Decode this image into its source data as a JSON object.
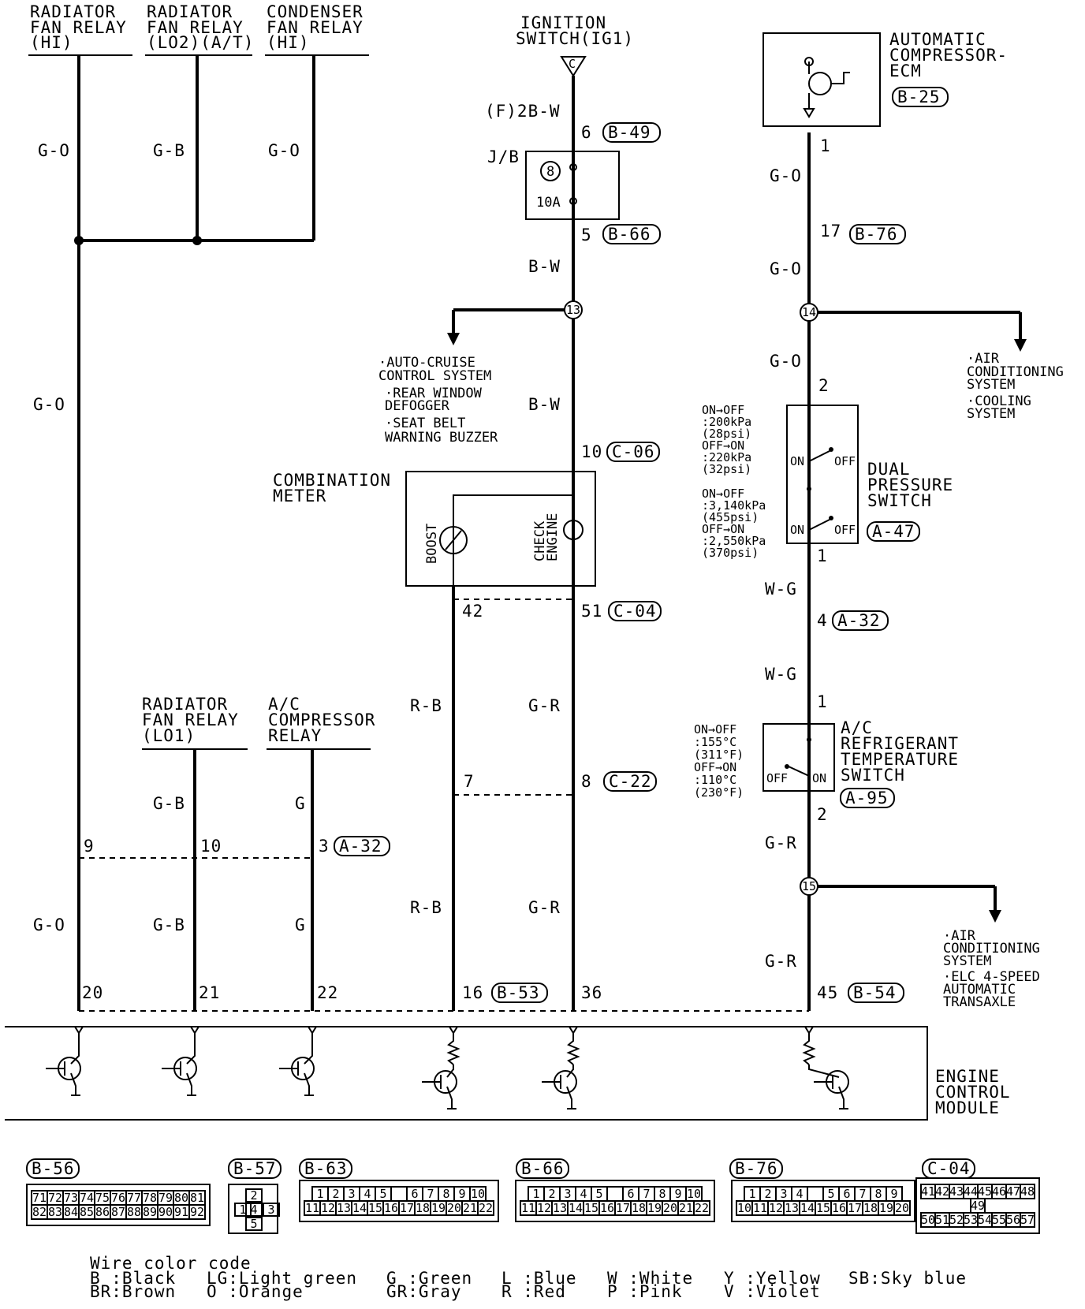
{
  "top_left": {
    "rad_fan_hi": [
      "RADIATOR",
      "FAN RELAY",
      "(HI)"
    ],
    "rad_fan_lo2": [
      "RADIATOR",
      "FAN RELAY",
      "(LO2)(A/T)"
    ],
    "cond_fan_hi": [
      "CONDENSER",
      "FAN RELAY",
      "(HI)"
    ]
  },
  "ignition": [
    "IGNITION",
    "SWITCH(IG1)"
  ],
  "ignition_c": "C",
  "wire_f2bw": "(F)2B-W",
  "jb": "J/B",
  "fuse_num": "8",
  "fuse_amp": "10A",
  "ecm_auto": [
    "AUTOMATIC",
    "COMPRESSOR-",
    "ECM"
  ],
  "combo_meter": [
    "COMBINATION",
    "METER"
  ],
  "boost": "BOOST",
  "check_engine": [
    "CHECK",
    "ENGINE"
  ],
  "cruise_notes": [
    "·AUTO-CRUISE",
    " CONTROL SYSTEM",
    "·REAR WINDOW",
    " DEFOGGER",
    "·SEAT BELT",
    " WARNING BUZZER"
  ],
  "air_cond_notes1": [
    "·AIR",
    " CONDITIONING",
    " SYSTEM",
    "·COOLING",
    " SYSTEM"
  ],
  "air_cond_notes2": [
    "·AIR",
    " CONDITIONING",
    " SYSTEM",
    "·ELC 4-SPEED",
    " AUTOMATIC",
    " TRANSAXLE"
  ],
  "dual_pressure": [
    "DUAL",
    "PRESSURE",
    "SWITCH"
  ],
  "dps_specs": [
    "ON→OFF",
    ":200kPa",
    "(28psi)",
    "OFF→ON",
    ":220kPa",
    "(32psi)",
    "ON→OFF",
    ":3,140kPa",
    "(455psi)",
    "OFF→ON",
    ":2,550kPa",
    "(370psi)"
  ],
  "on": "ON",
  "off": "OFF",
  "refrig": [
    "A/C",
    "REFRIGERANT",
    "TEMPERATURE",
    "SWITCH"
  ],
  "refrig_specs": [
    "ON→OFF",
    ":155°C",
    "(311°F)",
    "OFF→ON",
    ":110°C",
    "(230°F)"
  ],
  "rad_fan_lo1": [
    "RADIATOR",
    "FAN RELAY",
    "(LO1)"
  ],
  "ac_comp_relay": [
    "A/C",
    "COMPRESSOR",
    "RELAY"
  ],
  "engine_cm": [
    "ENGINE",
    "CONTROL",
    "MODULE"
  ],
  "wires": {
    "go": "G-O",
    "gb": "G-B",
    "g": "G",
    "bw": "B-W",
    "rb": "R-B",
    "gr": "G-R",
    "wg": "W-G"
  },
  "pins": {
    "p6": "6",
    "p5": "5",
    "p1": "1",
    "p17": "17",
    "p2": "2",
    "p10": "10",
    "p42": "42",
    "p51": "51",
    "p4": "4",
    "p7": "7",
    "p8": "8",
    "p9": "9",
    "p3": "3",
    "p20": "20",
    "p21": "21",
    "p22": "22",
    "p16": "16",
    "p36": "36",
    "p45": "45"
  },
  "junctions": {
    "j13": "13",
    "j14": "14",
    "j15": "15"
  },
  "connectors": {
    "b49": "B-49",
    "b66": "B-66",
    "b25": "B-25",
    "b76": "B-76",
    "c06": "C-06",
    "c04": "C-04",
    "a47": "A-47",
    "a32": "A-32",
    "c22": "C-22",
    "a95": "A-95",
    "b53": "B-53",
    "b54": "B-54",
    "b56": "B-56",
    "b57": "B-57",
    "b63": "B-63"
  },
  "conn_b56": {
    "row1": [
      "71",
      "72",
      "73",
      "74",
      "75",
      "76",
      "77",
      "78",
      "79",
      "80",
      "81"
    ],
    "row2": [
      "82",
      "83",
      "84",
      "85",
      "86",
      "87",
      "88",
      "89",
      "90",
      "91",
      "92"
    ]
  },
  "conn_b57": [
    "2",
    "1",
    "4",
    "3",
    "5"
  ],
  "conn_b63": {
    "row1": [
      "1",
      "2",
      "3",
      "4",
      "5",
      "",
      "6",
      "7",
      "8",
      "9",
      "10"
    ],
    "row2": [
      "11",
      "12",
      "13",
      "14",
      "15",
      "16",
      "17",
      "18",
      "19",
      "20",
      "21",
      "22"
    ]
  },
  "conn_b66": {
    "row1": [
      "1",
      "2",
      "3",
      "4",
      "5",
      "",
      "6",
      "7",
      "8",
      "9",
      "10"
    ],
    "row2": [
      "11",
      "12",
      "13",
      "14",
      "15",
      "16",
      "17",
      "18",
      "19",
      "20",
      "21",
      "22"
    ]
  },
  "conn_b76": {
    "row1": [
      "1",
      "2",
      "3",
      "4",
      "",
      "5",
      "6",
      "7",
      "8",
      "9"
    ],
    "row2": [
      "10",
      "11",
      "12",
      "13",
      "14",
      "15",
      "16",
      "17",
      "18",
      "19",
      "20"
    ]
  },
  "conn_c04": {
    "row1": [
      "41",
      "42",
      "43",
      "44",
      "45",
      "46",
      "47",
      "48"
    ],
    "mid": "49",
    "row2": [
      "50",
      "51",
      "52",
      "53",
      "54",
      "55",
      "56",
      "57"
    ]
  },
  "legend": {
    "title": "Wire color code",
    "items": [
      [
        "B :Black",
        "BR:Brown"
      ],
      [
        "LG:Light green",
        "O :Orange"
      ],
      [
        "G :Green",
        "GR:Gray"
      ],
      [
        "L :Blue",
        "R :Red"
      ],
      [
        "W :White",
        "P :Pink"
      ],
      [
        "Y :Yellow",
        "V :Violet"
      ],
      [
        "SB:Sky blue",
        ""
      ]
    ]
  }
}
